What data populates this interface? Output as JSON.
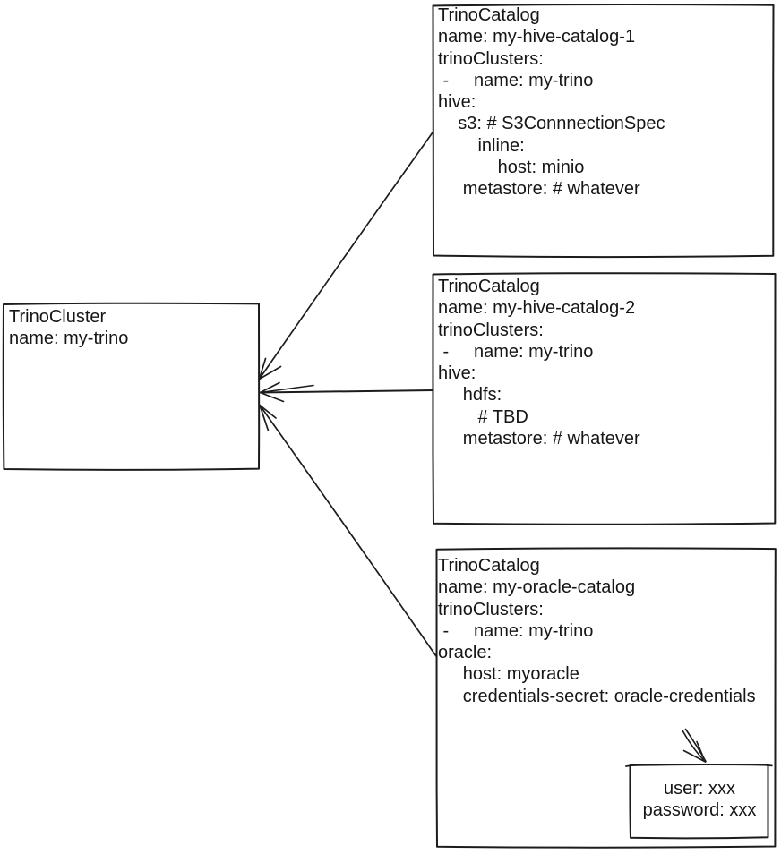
{
  "boxes": {
    "cluster": {
      "text": "TrinoCluster\nname: my-trino"
    },
    "catalog1": {
      "text": "TrinoCatalog\nname: my-hive-catalog-1\ntrinoClusters:\n -     name: my-trino\nhive:\n    s3: # S3ConnnectionSpec\n        inline:\n            host: minio\n     metastore: # whatever"
    },
    "catalog2": {
      "text": "TrinoCatalog\nname: my-hive-catalog-2\ntrinoClusters:\n -     name: my-trino\nhive:\n     hdfs:\n        # TBD\n     metastore: # whatever"
    },
    "catalog3": {
      "text": "TrinoCatalog\nname: my-oracle-catalog\ntrinoClusters:\n -     name: my-trino\noracle:\n     host: myoracle\n     credentials-secret: oracle-credentials"
    },
    "secret": {
      "text": "user: xxx\npassword: xxx"
    }
  },
  "edges": [
    {
      "from": "trino-catalog-1",
      "to": "trino-cluster",
      "type": "arrow"
    },
    {
      "from": "trino-catalog-2",
      "to": "trino-cluster",
      "type": "arrow"
    },
    {
      "from": "trino-catalog-3",
      "to": "trino-cluster",
      "type": "arrow"
    },
    {
      "from": "trino-catalog-3-credentials-secret",
      "to": "secret-box",
      "type": "arrow"
    }
  ],
  "colors": {
    "stroke": "#1c1c1c",
    "background": "#ffffff"
  }
}
